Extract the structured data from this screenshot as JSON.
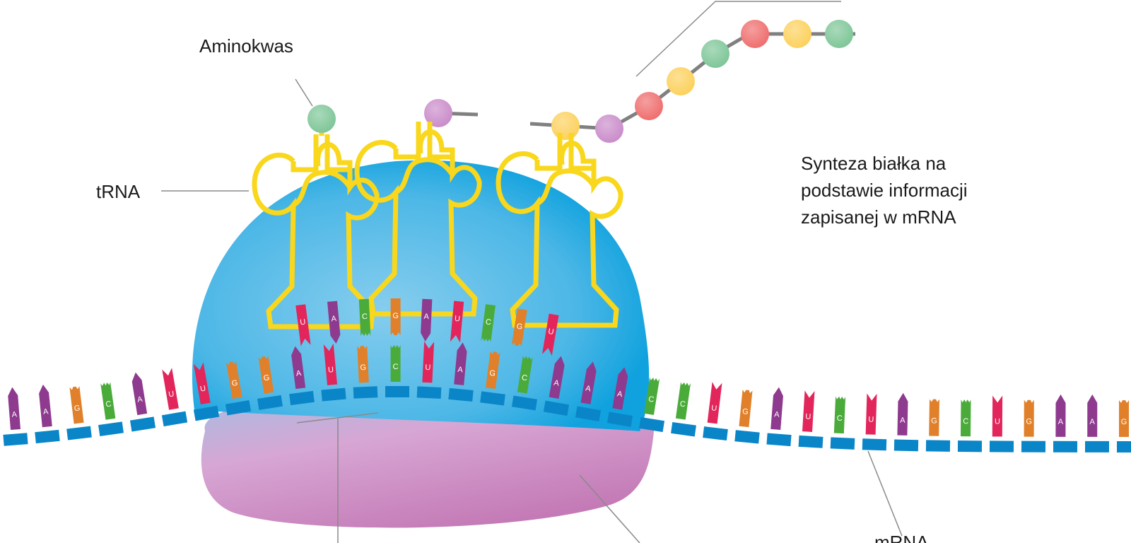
{
  "labels": {
    "amino_acid": "Aminokwas",
    "trna": "tRNA",
    "mrna": "mRNA",
    "caption": [
      "Synteza białka na",
      "podstawie informacji",
      "zapisanej w mRNA"
    ]
  },
  "mrna_sequence": [
    "A",
    "A",
    "G",
    "C",
    "A",
    "U",
    "U",
    "G",
    "G",
    "A",
    "U",
    "G",
    "C",
    "U",
    "A",
    "G",
    "C",
    "A",
    "A",
    "A",
    "C",
    "C",
    "U",
    "G",
    "A",
    "U",
    "C",
    "U",
    "A",
    "G",
    "C",
    "U",
    "G",
    "A",
    "A",
    "G"
  ],
  "paired_start_index": 9,
  "anticodons": [
    "U",
    "A",
    "C",
    "G",
    "A",
    "U",
    "C",
    "G",
    "U"
  ],
  "polypeptide_beads": [
    "yellow",
    "purple",
    "red",
    "yellow",
    "green",
    "red",
    "yellow",
    "green"
  ],
  "colors": {
    "A": "#8e3a8e",
    "U": "#e2255a",
    "G": "#e0802a",
    "C": "#4aab3a",
    "backbone": "#0a86c8",
    "trna": "#f9d71c",
    "ribosome_large": "#1aa7e0",
    "ribosome_small": "#cc7fbb",
    "bead_green": "#7cc596",
    "bead_purple": "#c98ac9",
    "bead_red": "#ef6b6b",
    "bead_yellow": "#fcd05a"
  }
}
